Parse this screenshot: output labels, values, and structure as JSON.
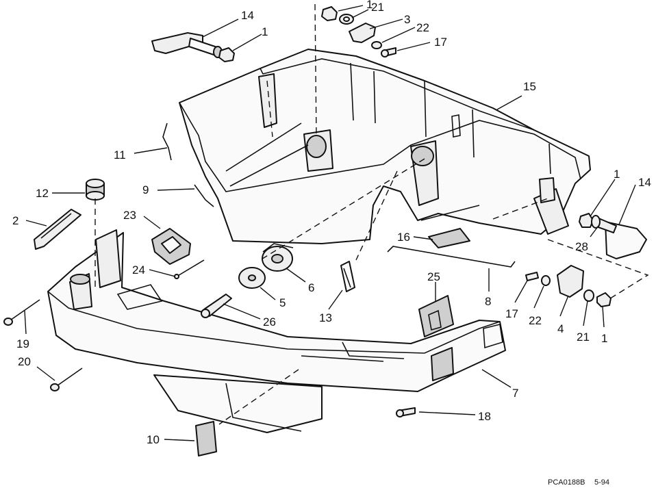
{
  "diagram": {
    "callouts": [
      {
        "id": "c14a",
        "label": "14"
      },
      {
        "id": "c1a",
        "label": "1"
      },
      {
        "id": "c1b",
        "label": "1"
      },
      {
        "id": "c21a",
        "label": "21"
      },
      {
        "id": "c3",
        "label": "3"
      },
      {
        "id": "c22a",
        "label": "22"
      },
      {
        "id": "c17a",
        "label": "17"
      },
      {
        "id": "c15",
        "label": "15"
      },
      {
        "id": "c11",
        "label": "11"
      },
      {
        "id": "c9",
        "label": "9"
      },
      {
        "id": "c12",
        "label": "12"
      },
      {
        "id": "c2",
        "label": "2"
      },
      {
        "id": "c23",
        "label": "23"
      },
      {
        "id": "c24",
        "label": "24"
      },
      {
        "id": "c1c",
        "label": "1"
      },
      {
        "id": "c14b",
        "label": "14"
      },
      {
        "id": "c28",
        "label": "28"
      },
      {
        "id": "c16",
        "label": "16"
      },
      {
        "id": "c6",
        "label": "6"
      },
      {
        "id": "c5",
        "label": "5"
      },
      {
        "id": "c26",
        "label": "26"
      },
      {
        "id": "c13",
        "label": "13"
      },
      {
        "id": "c25",
        "label": "25"
      },
      {
        "id": "c8",
        "label": "8"
      },
      {
        "id": "c17b",
        "label": "17"
      },
      {
        "id": "c22b",
        "label": "22"
      },
      {
        "id": "c4",
        "label": "4"
      },
      {
        "id": "c21b",
        "label": "21"
      },
      {
        "id": "c1d",
        "label": "1"
      },
      {
        "id": "c19",
        "label": "19"
      },
      {
        "id": "c20",
        "label": "20"
      },
      {
        "id": "c7",
        "label": "7"
      },
      {
        "id": "c18",
        "label": "18"
      },
      {
        "id": "c10",
        "label": "10"
      }
    ],
    "footer_code": "PCA0188B",
    "footer_date": "5-94"
  }
}
